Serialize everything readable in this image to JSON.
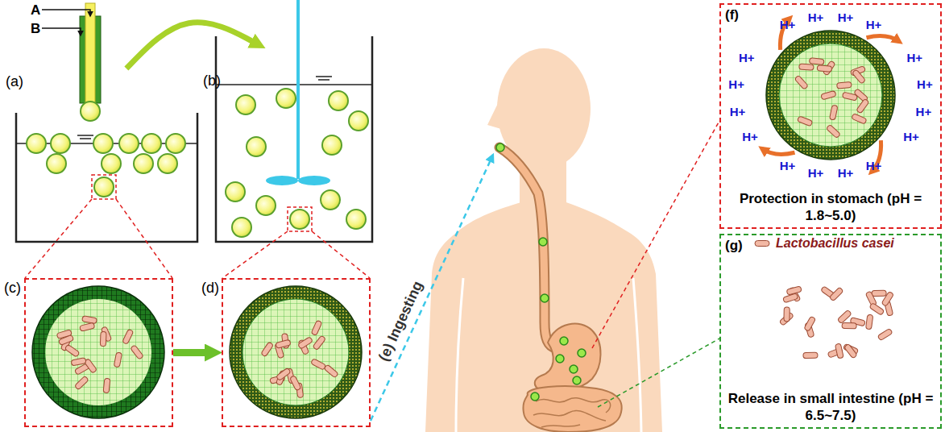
{
  "diagram": {
    "nodes": [
      {
        "text": [
          "(a)"
        ]
      },
      {
        "text": [
          "(b)"
        ]
      },
      {
        "text": [
          "(c)"
        ]
      },
      {
        "text": [
          "(d)"
        ]
      },
      {
        "text": [
          "(f)",
          "Protection in stomach (pH = 1.8~5.0)"
        ]
      },
      {
        "text": [
          "(g)",
          "Release in small intestine (pH = 6.5~7.5)"
        ]
      }
    ],
    "edges": [
      {
        "from": 0,
        "to": 1,
        "arrow": "to"
      },
      {
        "from": 2,
        "to": 3,
        "arrow": "to"
      }
    ],
    "labels": [
      "A",
      "B",
      "(e) Ingesting",
      "H+",
      "H+",
      "H+",
      "H+",
      "H+",
      "H+",
      "H+",
      "H+",
      "H+",
      "H+",
      "H+",
      "H+",
      "H+",
      "H+",
      "H+",
      "H+"
    ],
    "legend": [
      {
        "text": "Lactobacillus casei"
      }
    ]
  }
}
